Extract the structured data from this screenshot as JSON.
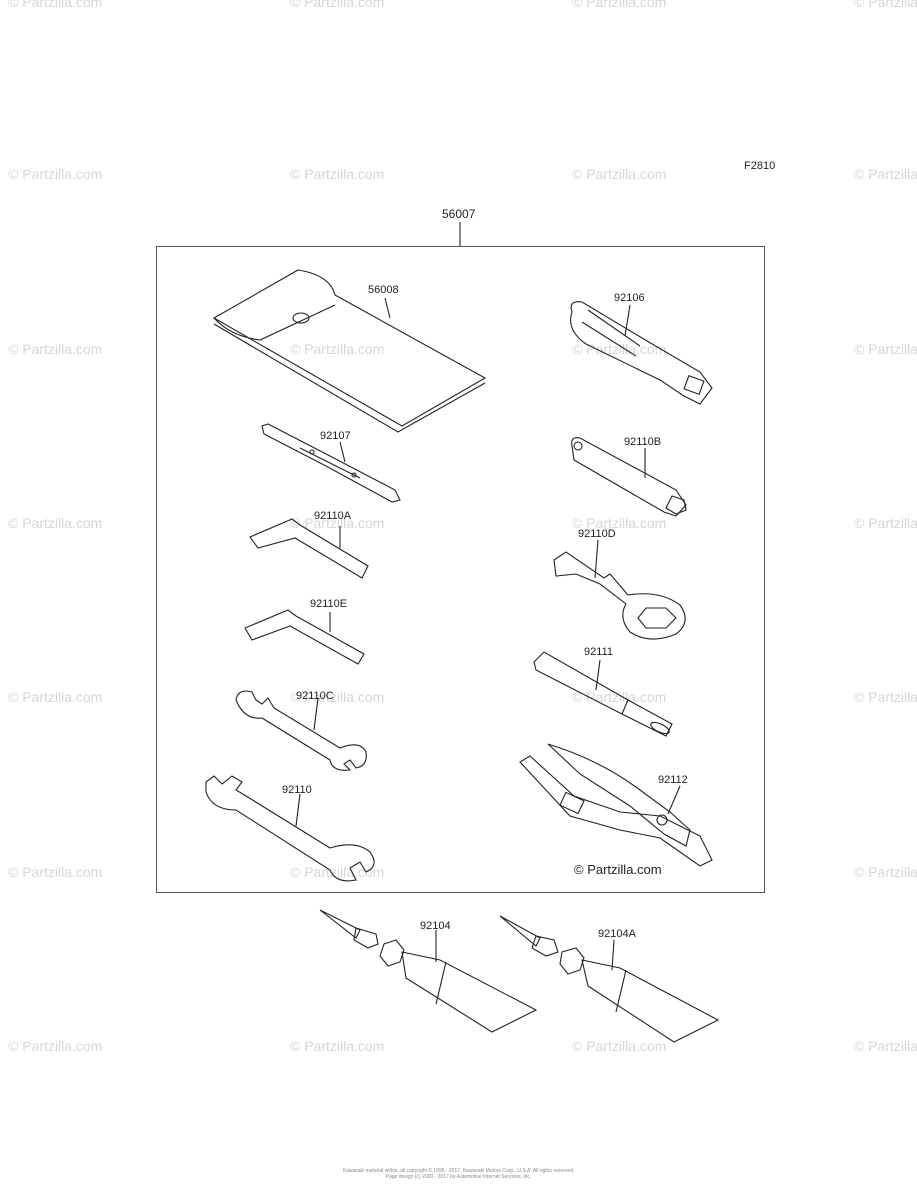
{
  "figure_code": "F2810",
  "watermark": "© Partzilla.com",
  "copyright": "© Partzilla.com",
  "footer": {
    "line1": "Kawasaki material within, all copyright © 1995 - 2017, Kawasaki Motors Corp., U.S.A. All rights reserved.",
    "line2": "Page design (c) 2009 - 2017 by Automotive Internet Services, Inc."
  },
  "parts": {
    "kit": "56007",
    "pouch": "56008",
    "screwdriver": "92107",
    "handle_driver": "92106",
    "hex_wrench_a": "92110A",
    "box_wrench_b": "92110B",
    "hex_wrench_e": "92110E",
    "spanner_d": "92110D",
    "wrench_c": "92110C",
    "bar_tool": "92111",
    "wrench": "92110",
    "pliers": "92112",
    "tube": "92104",
    "tube_a": "92104A"
  }
}
